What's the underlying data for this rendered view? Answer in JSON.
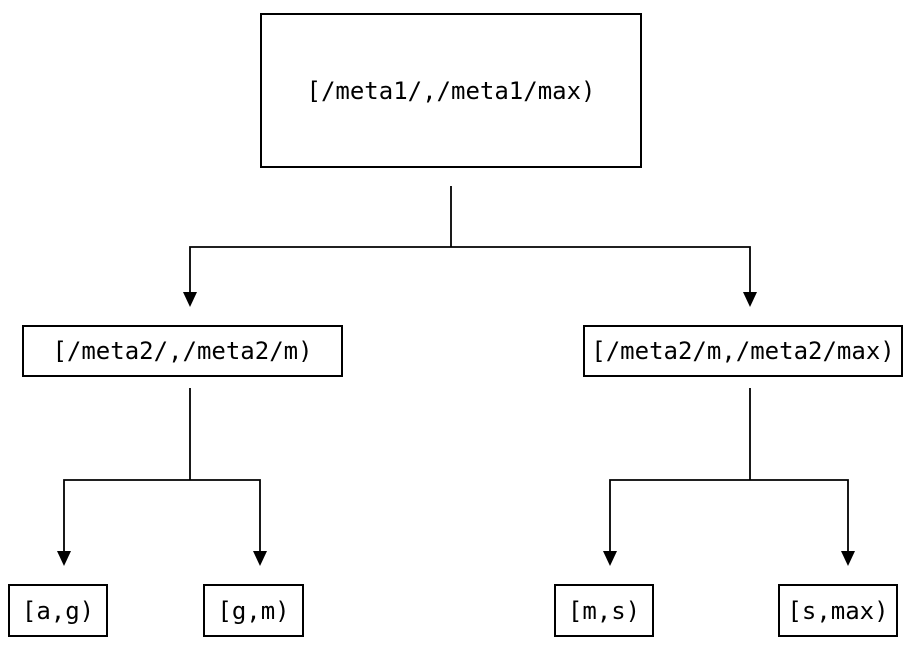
{
  "diagram": {
    "type": "tree",
    "description": "Two-level range partition tree of key intervals",
    "colors": {
      "background": "#ffffff",
      "line": "#000000",
      "text": "#000000",
      "node_fill": "#ffffff",
      "node_border": "#000000"
    },
    "nodes": {
      "root": {
        "label": "[/meta1/,/meta1/max)"
      },
      "meta2_low": {
        "label": "[/meta2/,/meta2/m)"
      },
      "meta2_high": {
        "label": "[/meta2/m,/meta2/max)"
      },
      "leaf_ag": {
        "label": "[a,g)"
      },
      "leaf_gm": {
        "label": "[g,m)"
      },
      "leaf_ms": {
        "label": "[m,s)"
      },
      "leaf_smax": {
        "label": "[s,max)"
      }
    },
    "edges": [
      {
        "from": "root",
        "to": "meta2_low"
      },
      {
        "from": "root",
        "to": "meta2_high"
      },
      {
        "from": "meta2_low",
        "to": "leaf_ag"
      },
      {
        "from": "meta2_low",
        "to": "leaf_gm"
      },
      {
        "from": "meta2_high",
        "to": "leaf_ms"
      },
      {
        "from": "meta2_high",
        "to": "leaf_smax"
      }
    ]
  }
}
